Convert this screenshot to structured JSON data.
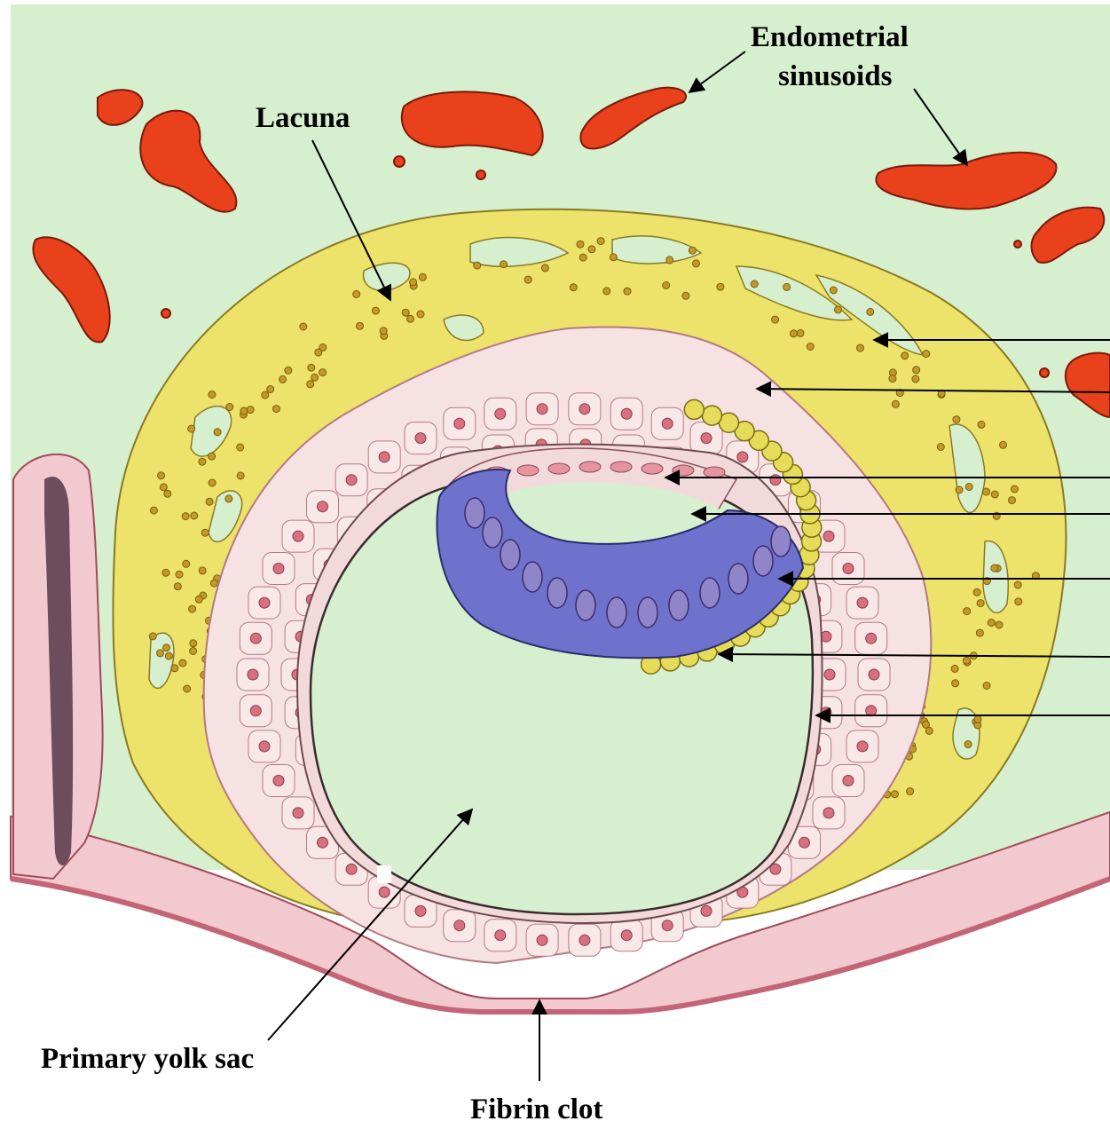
{
  "labels": {
    "endometrial_sinusoids_line1": "Endometrial",
    "endometrial_sinusoids_line2": "sinusoids",
    "lacuna": "Lacuna",
    "primary_yolk_sac": "Primary yolk sac",
    "fibrin_clot": "Fibrin clot"
  },
  "colors": {
    "background": "#d6efcf",
    "syncytiotrophoblast": "#ede26a",
    "cytotrophoblast": "#f6e2e2",
    "epiblast": "#f3dada",
    "hypoblast": "#6f72cc",
    "sinusoid": "#e8411c",
    "endometrial_epithelium": "#f1c9cf",
    "nucleus": "#d9707f",
    "syncytio_nuclei": "#c49a26"
  }
}
